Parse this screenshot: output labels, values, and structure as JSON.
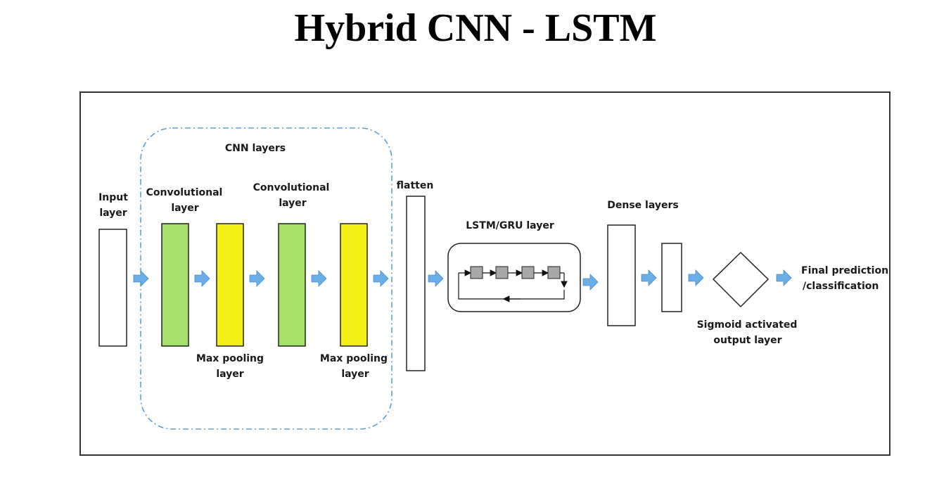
{
  "title": "Hybrid CNN - LSTM",
  "labels": {
    "cnn_layers": "CNN layers",
    "input_l1": "Input",
    "input_l2": "layer",
    "conv1_l1": "Convolutional",
    "conv1_l2": "layer",
    "conv2_l1": "Convolutional",
    "conv2_l2": "layer",
    "pool1_l1": "Max pooling",
    "pool1_l2": "layer",
    "pool2_l1": "Max pooling",
    "pool2_l2": "layer",
    "flatten": "flatten",
    "lstm": "LSTM/GRU layer",
    "dense": "Dense layers",
    "sigmoid_l1": "Sigmoid activated",
    "sigmoid_l2": "output layer",
    "final_l1": "Final prediction",
    "final_l2": "/classification"
  },
  "colors": {
    "conv": "#a6e06a",
    "pool": "#f5f016",
    "arrow": "#6aaee8",
    "dashed": "#5aa0d8",
    "cell": "#a8a8a8"
  }
}
